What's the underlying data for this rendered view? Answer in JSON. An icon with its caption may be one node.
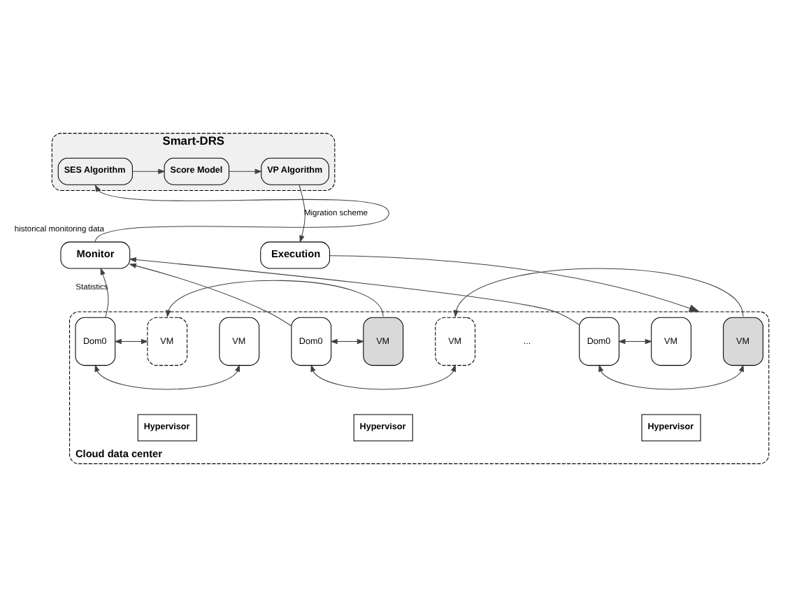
{
  "diagram": {
    "nodes": [
      {
        "text": [
          "Smart-DRS"
        ]
      },
      {
        "text": [
          "SES Algorithm"
        ],
        "in": 0
      },
      {
        "text": [
          "Score Model"
        ],
        "in": 0
      },
      {
        "text": [
          "VP Algorithm"
        ],
        "in": 0
      },
      {
        "text": [
          "Monitor"
        ]
      },
      {
        "text": [
          "Execution"
        ]
      },
      {
        "text": [
          "Cloud data center"
        ]
      },
      {
        "text": [
          "Dom0"
        ],
        "in": 6
      },
      {
        "text": [
          "VM"
        ],
        "in": 6
      },
      {
        "text": [
          "VM"
        ],
        "in": 6
      },
      {
        "text": [
          "Hypervisor"
        ],
        "in": 6
      },
      {
        "text": [
          "Dom0"
        ],
        "in": 6
      },
      {
        "text": [
          "VM"
        ],
        "in": 6
      },
      {
        "text": [
          "VM"
        ],
        "in": 6
      },
      {
        "text": [
          "Hypervisor"
        ],
        "in": 6
      },
      {
        "text": [
          "Dom0"
        ],
        "in": 6
      },
      {
        "text": [
          "VM"
        ],
        "in": 6
      },
      {
        "text": [
          "VM"
        ],
        "in": 6
      },
      {
        "text": [
          "Hypervisor"
        ],
        "in": 6
      }
    ],
    "edges": [
      {
        "from": 1,
        "to": 2,
        "arrow": "to"
      },
      {
        "from": 2,
        "to": 3,
        "arrow": "to"
      },
      {
        "from": 4,
        "to": 1,
        "arrow": "to",
        "label": "historical monitoring data"
      },
      {
        "from": 3,
        "to": 5,
        "arrow": "to",
        "label": "Migration scheme"
      },
      {
        "from": 5,
        "to": 6,
        "arrow": "to"
      },
      {
        "from": 7,
        "to": 4,
        "arrow": "to",
        "label": "Statistics"
      },
      {
        "from": 11,
        "to": 4,
        "arrow": "to"
      },
      {
        "from": 15,
        "to": 4,
        "arrow": "to"
      },
      {
        "from": 12,
        "to": 8,
        "arrow": "to"
      },
      {
        "from": 17,
        "to": 13,
        "arrow": "to"
      },
      {
        "from": 7,
        "to": 8,
        "arrow": "both"
      },
      {
        "from": 7,
        "to": 9,
        "arrow": "both"
      },
      {
        "from": 11,
        "to": 12,
        "arrow": "both"
      },
      {
        "from": 11,
        "to": 13,
        "arrow": "both"
      },
      {
        "from": 15,
        "to": 16,
        "arrow": "both"
      },
      {
        "from": 15,
        "to": 17,
        "arrow": "both"
      }
    ],
    "labels": [
      "..."
    ]
  }
}
